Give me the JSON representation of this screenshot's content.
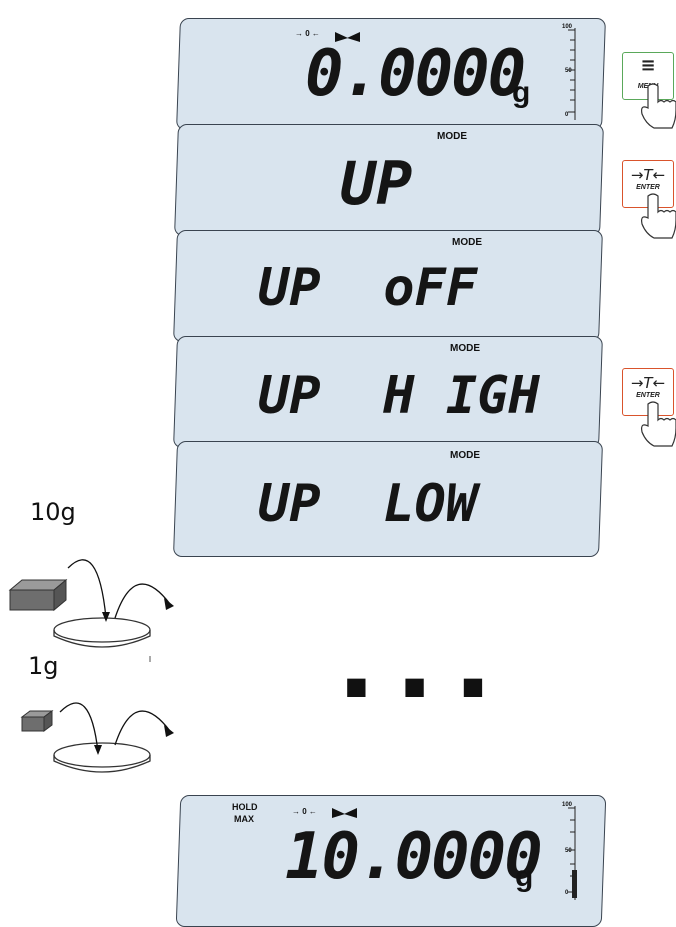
{
  "displays": [
    {
      "value": "0.0000",
      "unit": "g",
      "mode": "",
      "zero_mark": "→ 0 ←",
      "scale_top": "100",
      "scale_mid": "50",
      "scale_bot": "0"
    },
    {
      "value": "UP",
      "mode": "MODE"
    },
    {
      "value": "UP  oFF",
      "mode": "MODE"
    },
    {
      "value": "UP  H IGH",
      "mode": "MODE"
    },
    {
      "value": "UP  LOW",
      "mode": "MODE"
    },
    {
      "value": "10.0000",
      "unit": "g",
      "hold": "HOLD",
      "max": "MAX",
      "zero_mark": "→ 0 ←",
      "scale_top": "100",
      "scale_mid": "50",
      "scale_bot": "0"
    }
  ],
  "buttons": {
    "menu": {
      "label": "MENU",
      "icon": "menu-icon",
      "border": "#5aa85a"
    },
    "enter1": {
      "label": "ENTER",
      "symbol": "→T←",
      "border": "#d9532c"
    },
    "enter2": {
      "label": "ENTER",
      "symbol": "→T←",
      "border": "#d9532c"
    }
  },
  "weights": {
    "heavy": "10g",
    "light": "1g"
  },
  "ellipsis": "■ ■ ■"
}
